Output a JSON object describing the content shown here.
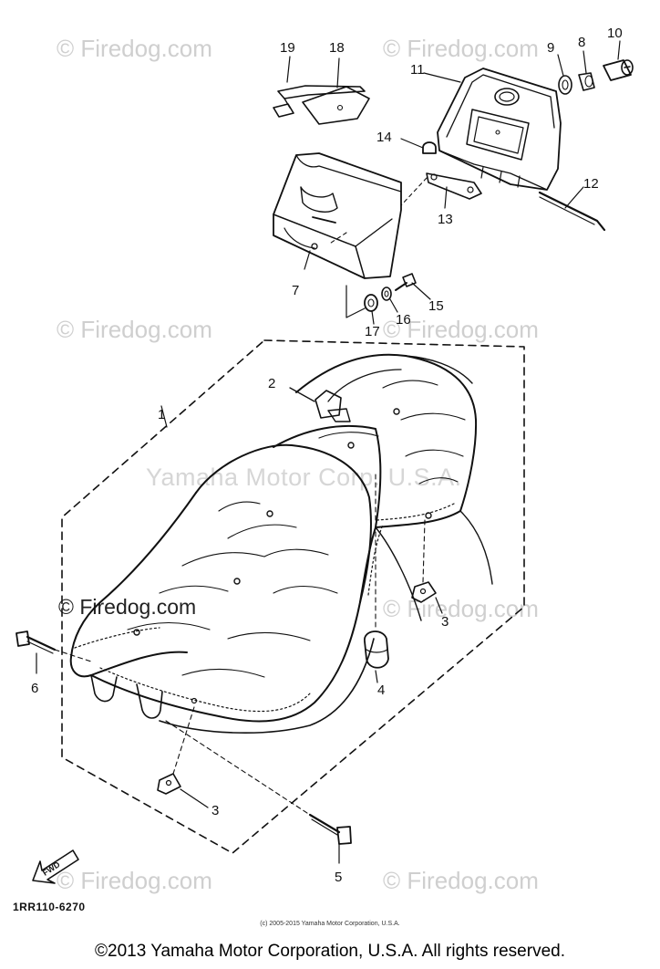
{
  "watermarks": {
    "site": "© Firedog.com",
    "corp": "Yamaha Motor Corp. U.S.A."
  },
  "callouts": [
    "1",
    "2",
    "3",
    "3",
    "4",
    "5",
    "6",
    "7",
    "8",
    "9",
    "10",
    "11",
    "12",
    "13",
    "14",
    "15",
    "16",
    "17",
    "18",
    "19"
  ],
  "arrow_label": "FWD",
  "diagram_code": "1RR110-6270",
  "small_copyright": "(c) 2005-2015 Yamaha Motor Corporation, U.S.A.",
  "footer_copyright": "©2013 Yamaha Motor Corporation, U.S.A. All rights reserved."
}
